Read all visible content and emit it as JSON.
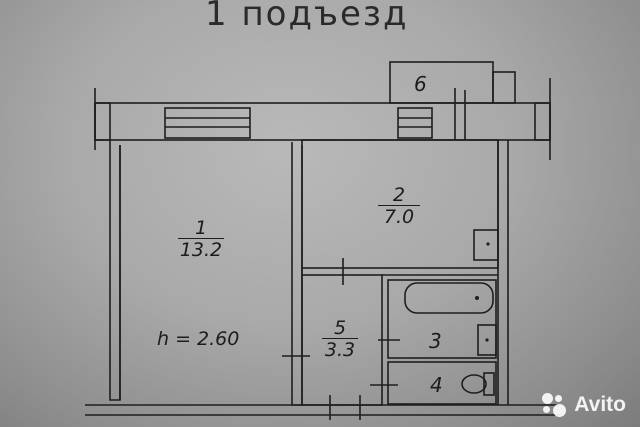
{
  "plan": {
    "heading": "1 подъезд",
    "rooms": [
      {
        "id": "room-1",
        "number": "1",
        "area": "13.2"
      },
      {
        "id": "room-2",
        "number": "2",
        "area": "7.0"
      },
      {
        "id": "room-5",
        "number": "5",
        "area": "3.3"
      },
      {
        "id": "room-3",
        "number": "3"
      },
      {
        "id": "room-4",
        "number": "4"
      },
      {
        "id": "room-6",
        "number": "6"
      }
    ],
    "ceiling_height": "h = 2.60"
  },
  "watermark": {
    "text": "Avito"
  }
}
